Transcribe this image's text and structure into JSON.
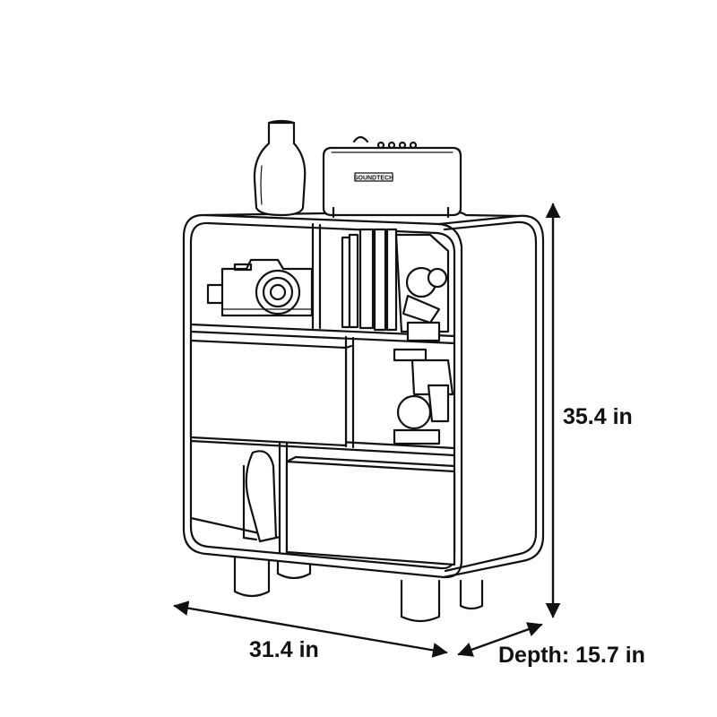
{
  "dimensions": {
    "height": "35.4 in",
    "width": "31.4 in",
    "depth": "Depth: 15.7 in"
  },
  "speaker_brand": "SOUNDTECH",
  "colors": {
    "line": "#111111",
    "background": "#ffffff"
  }
}
